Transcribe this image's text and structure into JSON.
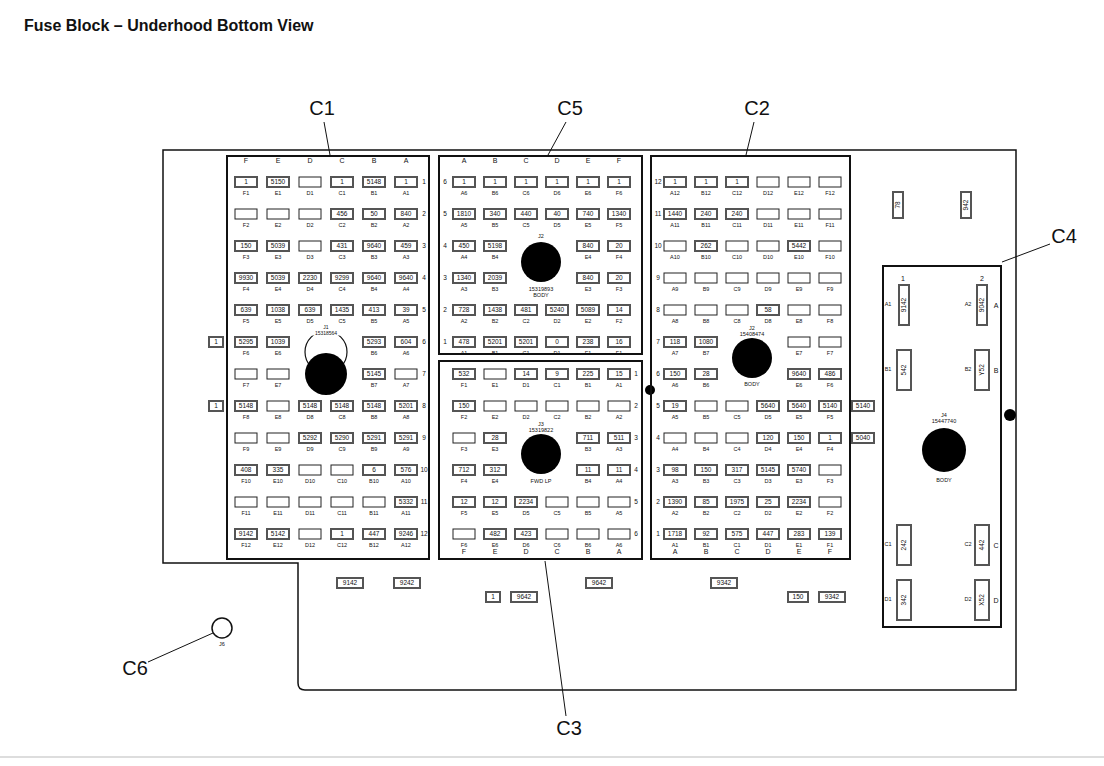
{
  "diagram": {
    "title": "Fuse Block – Underhood Bottom View",
    "nodes": [
      {
        "text": [
          "J1 15318564"
        ]
      },
      {
        "text": [
          "J2",
          "15319893 BODY"
        ]
      },
      {
        "text": [
          "J2 15408474",
          "BODY"
        ]
      },
      {
        "text": [
          "J3 15319822",
          "FWD LP"
        ]
      },
      {
        "text": [
          "J4 15447740",
          "BODY"
        ]
      }
    ],
    "labels": [
      "C1",
      "C5",
      "C2",
      "C4",
      "C3",
      "C6",
      "F",
      "E",
      "D",
      "C",
      "B",
      "A",
      "1",
      "2",
      "3",
      "4",
      "5",
      "6",
      "7",
      "8",
      "9",
      "10",
      "11",
      "12",
      "1",
      "F1",
      "5150",
      "E1",
      "D1",
      "1",
      "C1",
      "5148",
      "B1",
      "1",
      "A1",
      "F2",
      "E2",
      "D2",
      "456",
      "C2",
      "50",
      "B2",
      "840",
      "A2",
      "150",
      "F3",
      "5039",
      "E3",
      "D3",
      "431",
      "C3",
      "9640",
      "B3",
      "459",
      "A3",
      "9930",
      "F4",
      "5039",
      "E4",
      "2230",
      "D4",
      "9299",
      "C4",
      "9640",
      "B4",
      "9640",
      "A4",
      "639",
      "F5",
      "1038",
      "E5",
      "639",
      "D5",
      "1435",
      "C5",
      "413",
      "B5",
      "39",
      "A5",
      "5295",
      "F6",
      "1039",
      "E6",
      "5293",
      "B6",
      "604",
      "A6",
      "F7",
      "E7",
      "5145",
      "B7",
      "A7",
      "5148",
      "F8",
      "E8",
      "5148",
      "D8",
      "5148",
      "C8",
      "5148",
      "B8",
      "5201",
      "A8",
      "F9",
      "E9",
      "5292",
      "D9",
      "5290",
      "C9",
      "5291",
      "B9",
      "5291",
      "A9",
      "408",
      "F10",
      "335",
      "E10",
      "D10",
      "C10",
      "6",
      "B10",
      "576",
      "A10",
      "F11",
      "E11",
      "D11",
      "C11",
      "B11",
      "5332",
      "A11",
      "9142",
      "F12",
      "5142",
      "E12",
      "D12",
      "1",
      "C12",
      "447",
      "B12",
      "9246",
      "A12",
      "1",
      "1",
      "A",
      "B",
      "C",
      "D",
      "E",
      "F",
      "6",
      "5",
      "4",
      "3",
      "2",
      "1",
      "1",
      "A6",
      "1",
      "B6",
      "1",
      "C6",
      "1",
      "D6",
      "1",
      "E6",
      "1",
      "F6",
      "1810",
      "A5",
      "340",
      "B5",
      "440",
      "C5",
      "40",
      "D5",
      "740",
      "E5",
      "1340",
      "F5",
      "450",
      "A4",
      "5198",
      "B4",
      "840",
      "E4",
      "20",
      "F4",
      "1340",
      "A3",
      "2039",
      "B3",
      "840",
      "E3",
      "20",
      "F3",
      "728",
      "A2",
      "1438",
      "B2",
      "481",
      "C2",
      "5240",
      "D2",
      "5089",
      "E2",
      "14",
      "F2",
      "478",
      "A1",
      "5201",
      "B1",
      "5201",
      "C1",
      "0",
      "D1",
      "238",
      "E1",
      "16",
      "F1",
      "1",
      "2",
      "3",
      "4",
      "5",
      "6",
      "532",
      "F1",
      "E1",
      "14",
      "D1",
      "9",
      "C1",
      "225",
      "B1",
      "15",
      "A1",
      "150",
      "F2",
      "E2",
      "D2",
      "C2",
      "B2",
      "A2",
      "F3",
      "28",
      "E3",
      "711",
      "B3",
      "511",
      "A3",
      "712",
      "F4",
      "312",
      "E4",
      "11",
      "B4",
      "11",
      "A4",
      "12",
      "F5",
      "12",
      "E5",
      "2234",
      "D5",
      "C5",
      "B5",
      "A5",
      "F6",
      "482",
      "E6",
      "423",
      "D6",
      "C6",
      "B6",
      "A6",
      "F",
      "E",
      "D",
      "C",
      "B",
      "A",
      "12",
      "11",
      "10",
      "9",
      "8",
      "7",
      "6",
      "5",
      "4",
      "3",
      "2",
      "1",
      "1",
      "A12",
      "1",
      "B12",
      "1",
      "C12",
      "D12",
      "E12",
      "F12",
      "1440",
      "A11",
      "240",
      "B11",
      "240",
      "C11",
      "D11",
      "E11",
      "F11",
      "A10",
      "262",
      "B10",
      "C10",
      "D10",
      "5442",
      "E10",
      "F10",
      "A9",
      "B9",
      "C9",
      "D9",
      "E9",
      "F9",
      "A8",
      "B8",
      "C8",
      "58",
      "D8",
      "E8",
      "F8",
      "118",
      "A7",
      "1080",
      "B7",
      "E7",
      "F7",
      "150",
      "A6",
      "28",
      "B6",
      "9640",
      "E6",
      "486",
      "F6",
      "19",
      "A5",
      "B5",
      "C5",
      "5640",
      "D5",
      "5640",
      "E5",
      "5140",
      "F5",
      "A4",
      "B4",
      "C4",
      "120",
      "D4",
      "150",
      "E4",
      "1",
      "F4",
      "98",
      "A3",
      "150",
      "B3",
      "317",
      "C3",
      "5145",
      "D3",
      "5740",
      "E3",
      "F3",
      "1390",
      "A2",
      "85",
      "B2",
      "1975",
      "C2",
      "25",
      "D2",
      "2234",
      "E2",
      "F2",
      "1718",
      "A1",
      "92",
      "B1",
      "575",
      "C1",
      "447",
      "D1",
      "283",
      "E1",
      "139",
      "F1",
      "A",
      "B",
      "C",
      "D",
      "E",
      "F",
      "5140",
      "5040",
      "1",
      "2",
      "A1",
      "9142",
      "A2",
      "9042",
      "A",
      "B1",
      "542",
      "B2",
      "Y52",
      "B",
      "C1",
      "242",
      "C2",
      "442",
      "C",
      "D1",
      "342",
      "D2",
      "X52",
      "D",
      "78",
      "942",
      "9142",
      "9242",
      "1",
      "9642",
      "9642",
      "9342",
      "150",
      "9342",
      "J6"
    ]
  }
}
